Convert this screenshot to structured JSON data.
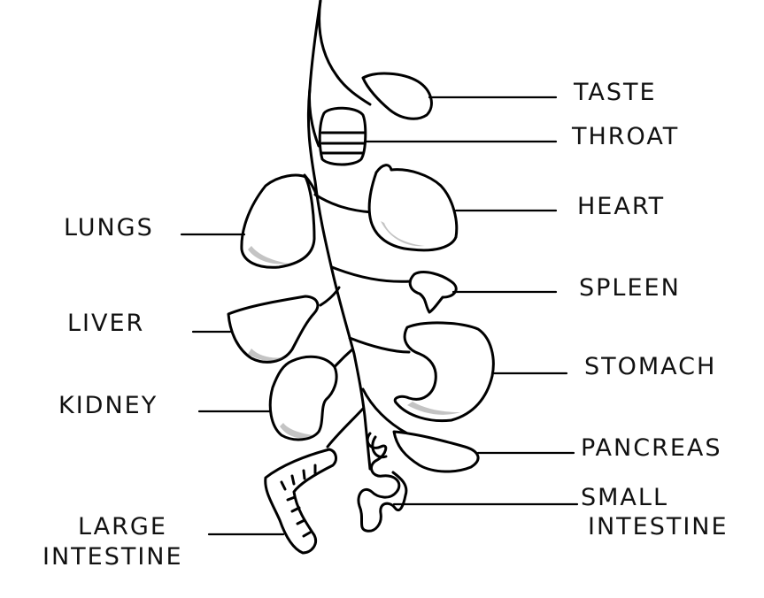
{
  "labels": {
    "taste": "TASTE",
    "throat": "THROAT",
    "heart": "HEART",
    "spleen": "SPLEEN",
    "stomach": "STOMACH",
    "pancreas": "PANCREAS",
    "small_intestine_line1": "SMALL",
    "small_intestine_line2": "INTESTINE",
    "lungs": "LUNGS",
    "liver": "LIVER",
    "kidney": "KIDNEY",
    "large_intestine_line1": "LARGE",
    "large_intestine_line2": "INTESTINE"
  }
}
